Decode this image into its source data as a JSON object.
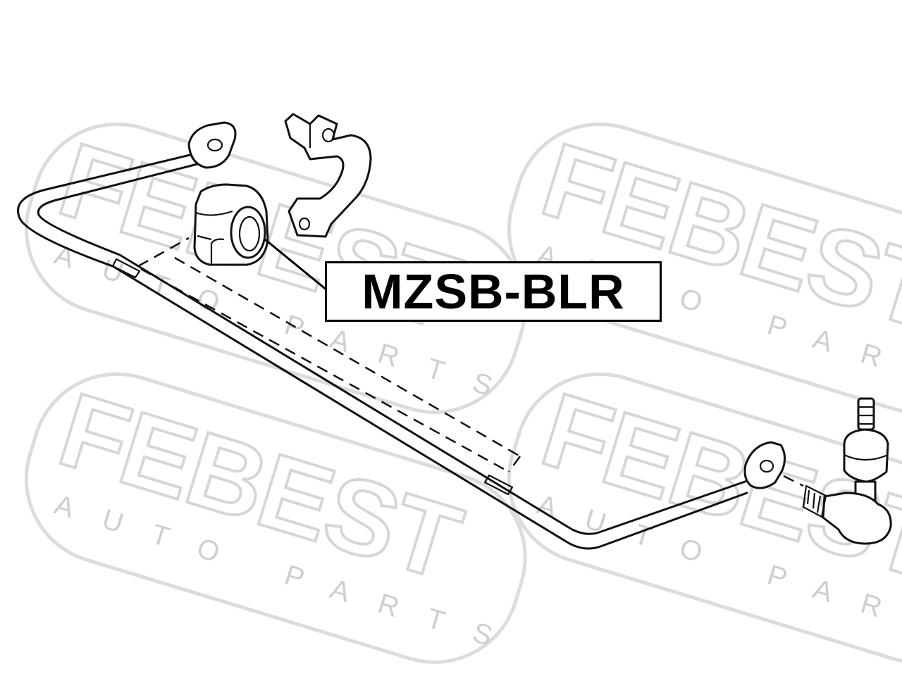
{
  "part_number": "MZSB-BLR",
  "watermark": {
    "brand": "FEBEST",
    "tagline": "AUTO PARTS"
  },
  "colors": {
    "line": "#111111",
    "watermark": "#d6d6d6",
    "background": "#ffffff"
  }
}
